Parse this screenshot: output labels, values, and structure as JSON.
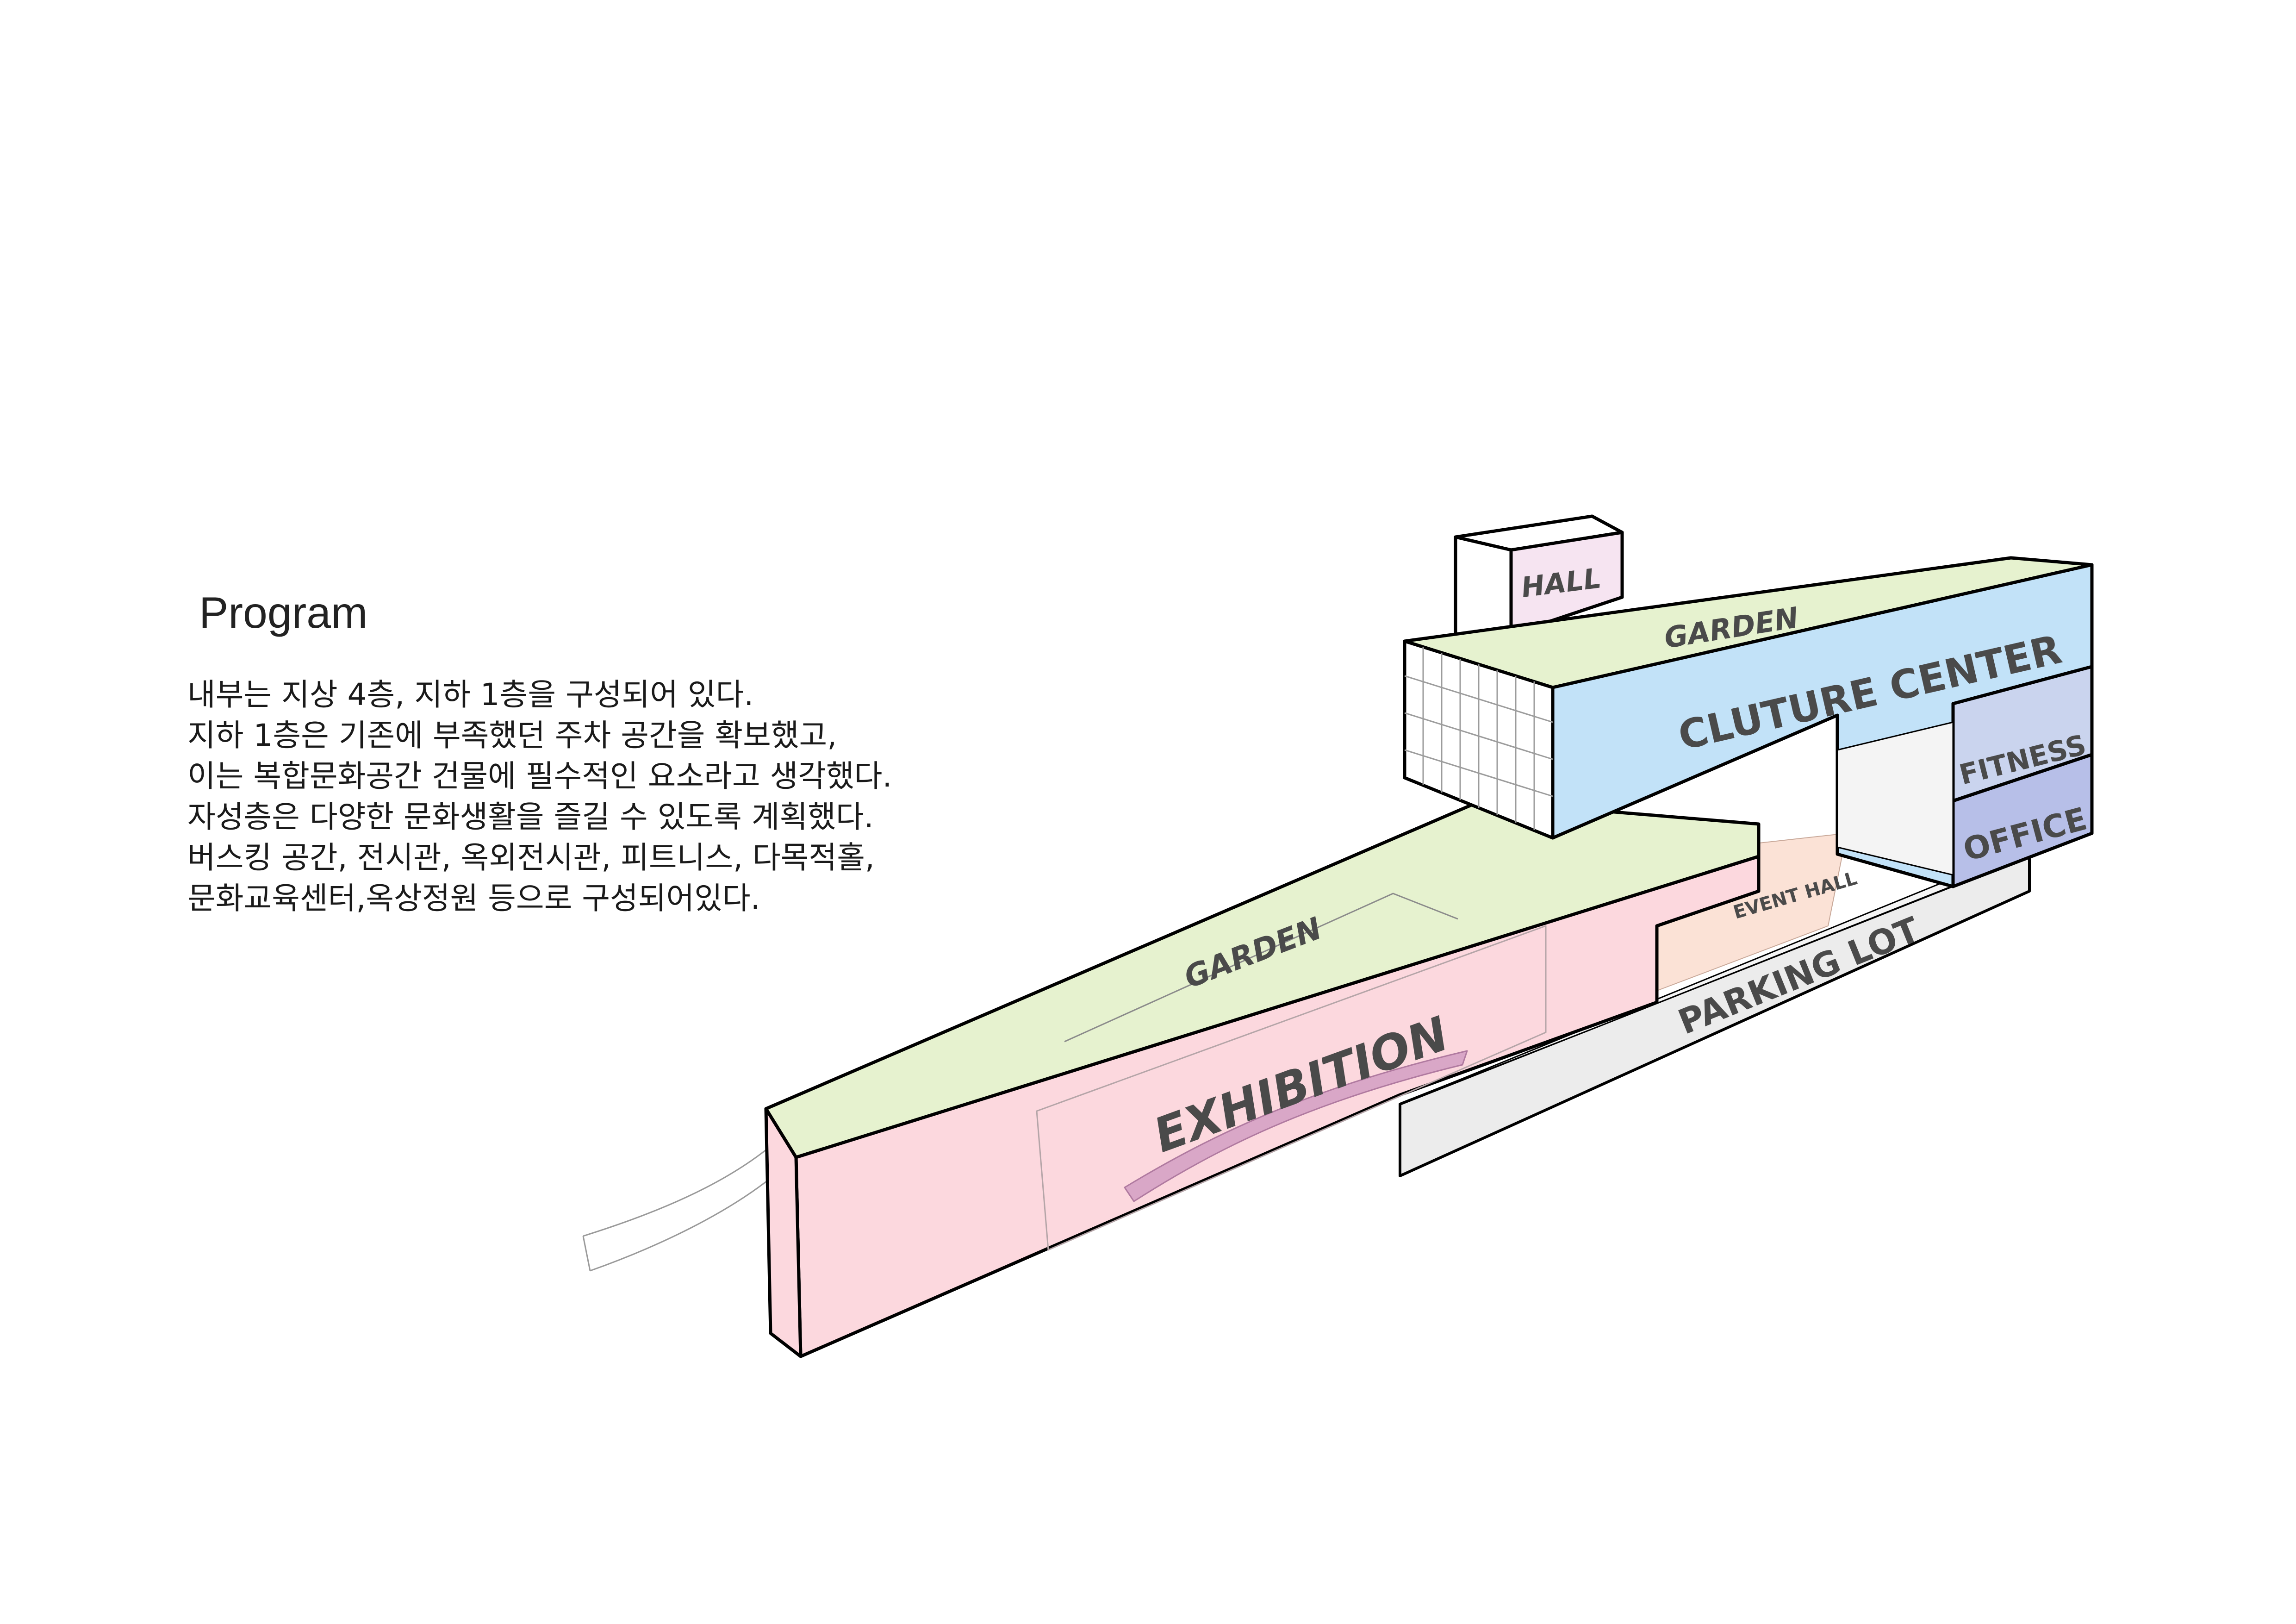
{
  "title": "Program",
  "description": [
    "내부는 지상 4층, 지하 1층을 구성되어 있다.",
    "지하 1층은 기존에 부족했던 주차 공간을 확보했고,",
    "이는 복합문화공간 건물에 필수적인 요소라고 생각했다.",
    "자성층은  다양한 문화생활을 즐길 수 있도록 계획했다.",
    "버스킹 공간, 전시관, 옥외전시관, 피트니스, 다목적홀,",
    "문화교육센터,옥상정원 등으로 구성되어있다."
  ],
  "labels": {
    "hall": "HALL",
    "garden_top": "GARDEN",
    "culture_center": "CLUTURE CENTER",
    "fitness": "FITNESS",
    "office": "OFFICE",
    "event_hall": "EVENT HALL",
    "parking_lot": "PARKING LOT",
    "garden_bottom": "GARDEN",
    "exhibition": "EXHIBITION"
  },
  "colors": {
    "exhibition": "#fcd8de",
    "garden": "#e6f2cf",
    "culture_center": "#c2e2f8",
    "fitness": "#cad4ee",
    "office": "#b7bfe8",
    "hall": "#f6e4f1",
    "event_hall": "#fbe2d6",
    "parking": "#ececec"
  }
}
